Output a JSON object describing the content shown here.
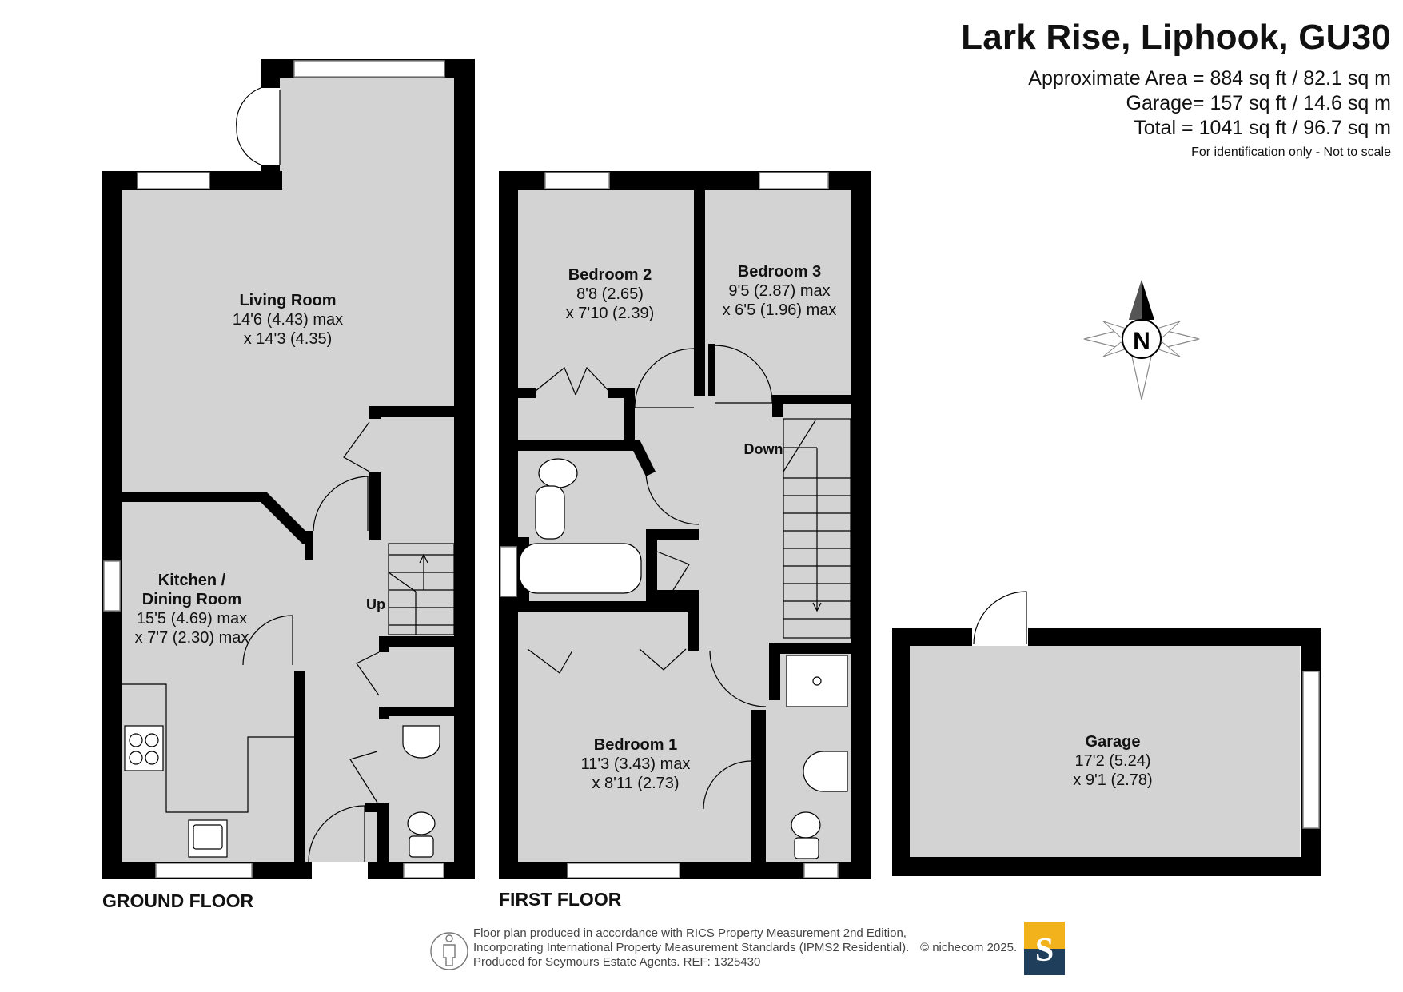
{
  "header": {
    "title": "Lark Rise, Liphook, GU30",
    "area_line": "Approximate Area = 884 sq ft / 82.1 sq m",
    "garage_line": "Garage= 157 sq ft / 14.6 sq m",
    "total_line": "Total = 1041 sq ft / 96.7 sq m",
    "note": "For identification only - Not to scale"
  },
  "floors": {
    "ground": "GROUND FLOOR",
    "first": "FIRST FLOOR"
  },
  "rooms": {
    "living": {
      "name": "Living Room",
      "dim1": "14'6 (4.43) max",
      "dim2": "x 14'3 (4.35)"
    },
    "kitchen": {
      "name1": "Kitchen /",
      "name2": "Dining Room",
      "dim1": "15'5 (4.69) max",
      "dim2": "x 7'7 (2.30) max"
    },
    "bedroom2": {
      "name": "Bedroom 2",
      "dim1": "8'8 (2.65)",
      "dim2": "x 7'10 (2.39)"
    },
    "bedroom3": {
      "name": "Bedroom 3",
      "dim1": "9'5 (2.87) max",
      "dim2": "x 6'5 (1.96) max"
    },
    "bedroom1": {
      "name": "Bedroom 1",
      "dim1": "11'3 (3.43) max",
      "dim2": "x 8'11 (2.73)"
    },
    "garage": {
      "name": "Garage",
      "dim1": "17'2 (5.24)",
      "dim2": "x 9'1 (2.78)"
    }
  },
  "labels": {
    "up": "Up",
    "down": "Down",
    "north": "N"
  },
  "footer": {
    "line1": "Floor plan produced in accordance with RICS Property Measurement 2nd Edition,",
    "line2": "Incorporating International Property Measurement Standards (IPMS2 Residential).",
    "line3": "Produced for Seymours Estate Agents.   REF:   1325430",
    "copyright": "© nichecom 2025.",
    "logo_letter": "S"
  },
  "colors": {
    "wall": "#000000",
    "floor": "#d3d3d3",
    "logo_top": "#f1b21c",
    "logo_bottom": "#1f3e5c"
  }
}
